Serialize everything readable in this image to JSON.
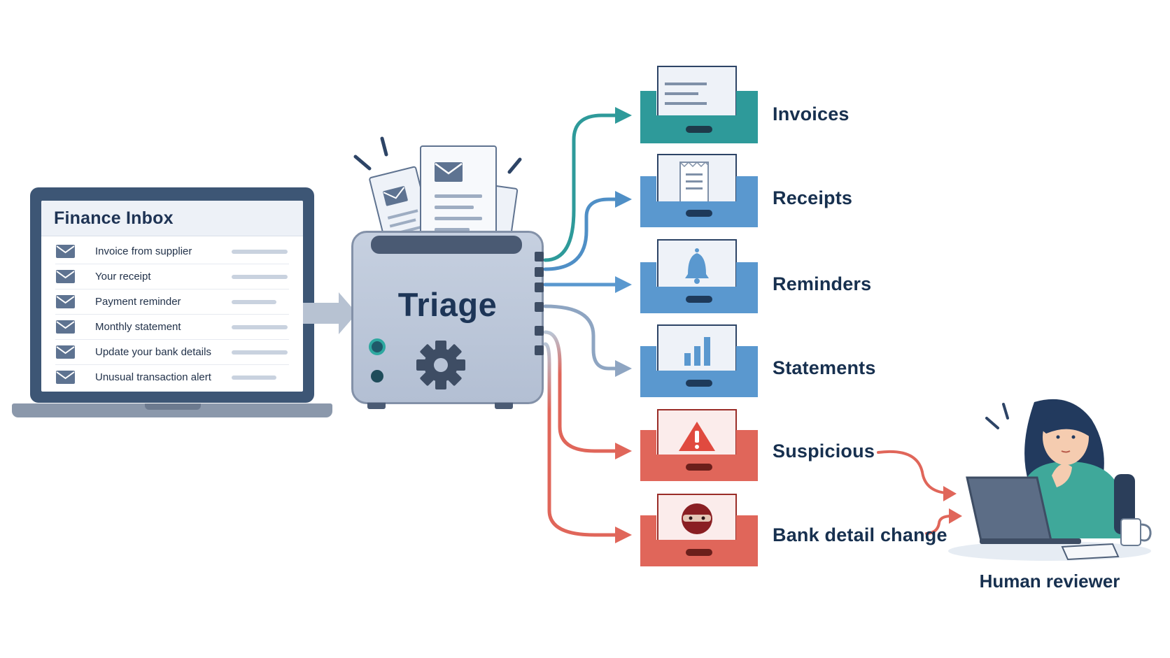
{
  "inbox": {
    "title": "Finance Inbox",
    "emails": [
      {
        "subject": "Invoice from supplier"
      },
      {
        "subject": "Your receipt"
      },
      {
        "subject": "Payment reminder"
      },
      {
        "subject": "Monthly statement"
      },
      {
        "subject": "Update your bank details"
      },
      {
        "subject": "Unusual transaction alert"
      }
    ]
  },
  "triage": {
    "label": "Triage",
    "icon": "gear-icon"
  },
  "bins": [
    {
      "label": "Invoices",
      "icon": "document-icon",
      "color": "#2e9a9a"
    },
    {
      "label": "Receipts",
      "icon": "receipt-icon",
      "color": "#5a98cf"
    },
    {
      "label": "Reminders",
      "icon": "bell-icon",
      "color": "#5a98cf"
    },
    {
      "label": "Statements",
      "icon": "bar-chart-icon",
      "color": "#5a98cf"
    },
    {
      "label": "Suspicious",
      "icon": "warning-icon",
      "color": "#e0665a"
    },
    {
      "label": "Bank detail change",
      "icon": "masked-thief-icon",
      "color": "#e0665a"
    }
  ],
  "reviewer": {
    "label": "Human reviewer",
    "icon": "person-at-laptop-icon"
  },
  "colors": {
    "teal": "#2e9a9a",
    "blue": "#5a98cf",
    "steel": "#8ea5c2",
    "red": "#e0665a",
    "navy": "#1d3557"
  }
}
